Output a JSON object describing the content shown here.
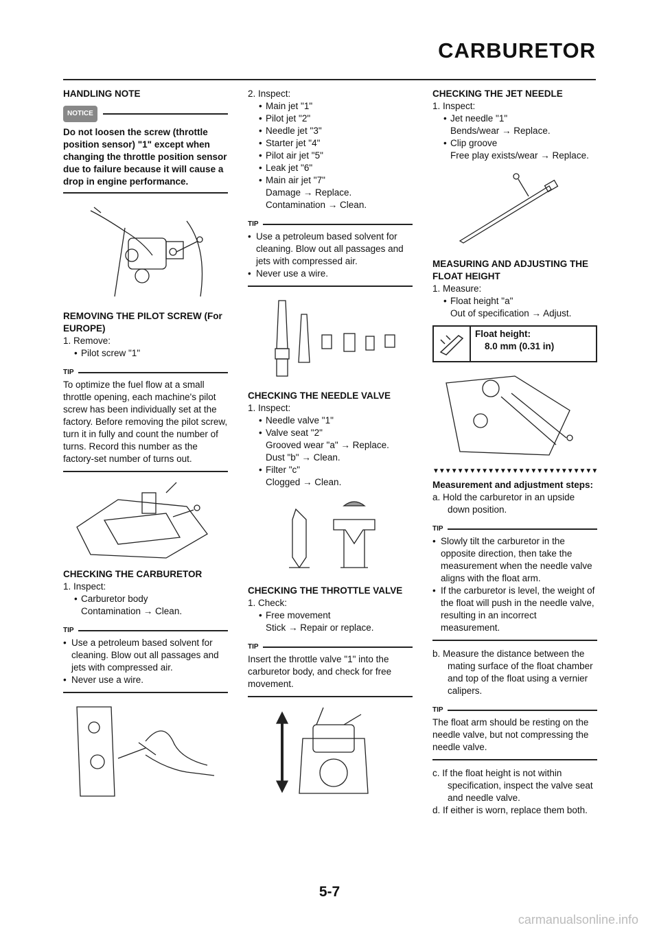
{
  "header": {
    "title": "CARBURETOR"
  },
  "col1": {
    "handling_note": "HANDLING NOTE",
    "notice_label": "NOTICE",
    "notice_text": "Do not loosen the screw (throttle position sensor) \"1\" except when changing the throttle position sensor due to failure because it will cause a drop in engine performance.",
    "removing_heading": "REMOVING THE PILOT SCREW (For EUROPE)",
    "remove_step": "1.  Remove:",
    "remove_item": "Pilot screw \"1\"",
    "tip_label": "TIP",
    "tip1_text": "To optimize the fuel flow at a small throttle opening, each machine's pilot screw has been individually set at the factory. Before removing the pilot screw, turn it in fully and count the number of turns. Record this number as the factory-set number of turns out.",
    "checking_carb_heading": "CHECKING THE CARBURETOR",
    "inspect_step": "1.  Inspect:",
    "carb_body": "Carburetor body",
    "carb_body_action": "Contamination → Clean.",
    "tip2_items": [
      "Use a petroleum based solvent for cleaning. Blow out all passages and jets with compressed air.",
      "Never use a wire."
    ]
  },
  "col2": {
    "inspect2_step": "2.  Inspect:",
    "jets": [
      "Main jet \"1\"",
      "Pilot jet \"2\"",
      "Needle jet \"3\"",
      "Starter jet \"4\"",
      "Pilot air jet \"5\"",
      "Leak jet \"6\"",
      "Main air jet \"7\""
    ],
    "jets_action1": "Damage → Replace.",
    "jets_action2": "Contamination → Clean.",
    "tip_label": "TIP",
    "tip3_items": [
      "Use a petroleum based solvent for cleaning. Blow out all passages and jets with compressed air.",
      "Never use a wire."
    ],
    "needle_valve_heading": "CHECKING THE NEEDLE VALVE",
    "inspect_step": "1.  Inspect:",
    "needle_valve": "Needle valve \"1\"",
    "valve_seat": "Valve seat \"2\"",
    "valve_seat_action1": "Grooved wear \"a\" → Replace.",
    "valve_seat_action2": "Dust \"b\" → Clean.",
    "filter": "Filter \"c\"",
    "filter_action": "Clogged → Clean.",
    "throttle_heading": "CHECKING THE THROTTLE VALVE",
    "check_step": "1.  Check:",
    "free_movement": "Free movement",
    "free_movement_action": "Stick → Repair or replace.",
    "tip4_text": "Insert the throttle valve \"1\" into the carburetor body, and check for free movement."
  },
  "col3": {
    "jet_needle_heading": "CHECKING THE JET NEEDLE",
    "inspect_step": "1.  Inspect:",
    "jet_needle": "Jet needle \"1\"",
    "jet_needle_action": "Bends/wear → Replace.",
    "clip_groove": "Clip groove",
    "clip_groove_action": "Free play exists/wear → Replace.",
    "float_heading": "MEASURING AND ADJUSTING THE FLOAT HEIGHT",
    "measure_step": "1.  Measure:",
    "float_height": "Float height \"a\"",
    "float_height_action": "Out of specification → Adjust.",
    "spec_label": "Float height:",
    "spec_value": "8.0 mm (0.31 in)",
    "triangles": "▼▼▼▼▼▼▼▼▼▼▼▼▼▼▼▼▼▼▼▼▼▼▼▼▼▼▼▼▼",
    "steps_heading": "Measurement and adjustment steps:",
    "step_a": "a.  Hold the carburetor in an upside down position.",
    "tip_label": "TIP",
    "tip5_items": [
      "Slowly tilt the carburetor in the opposite direction, then take the measurement when the needle valve aligns with the float arm.",
      "If the carburetor is level, the weight of the float will push in the needle valve, resulting in an incorrect measurement."
    ],
    "step_b": "b.  Measure the distance between the mating surface of the float chamber and top of the float using a vernier calipers.",
    "tip6_text": "The float arm should be resting on the needle valve, but not compressing the needle valve.",
    "step_c": "c.  If the float height is not within specification, inspect the valve seat and needle valve.",
    "step_d": "d.  If either is worn, replace them both."
  },
  "footer": {
    "page_number": "5-7",
    "watermark": "carmanualsonline.info"
  }
}
